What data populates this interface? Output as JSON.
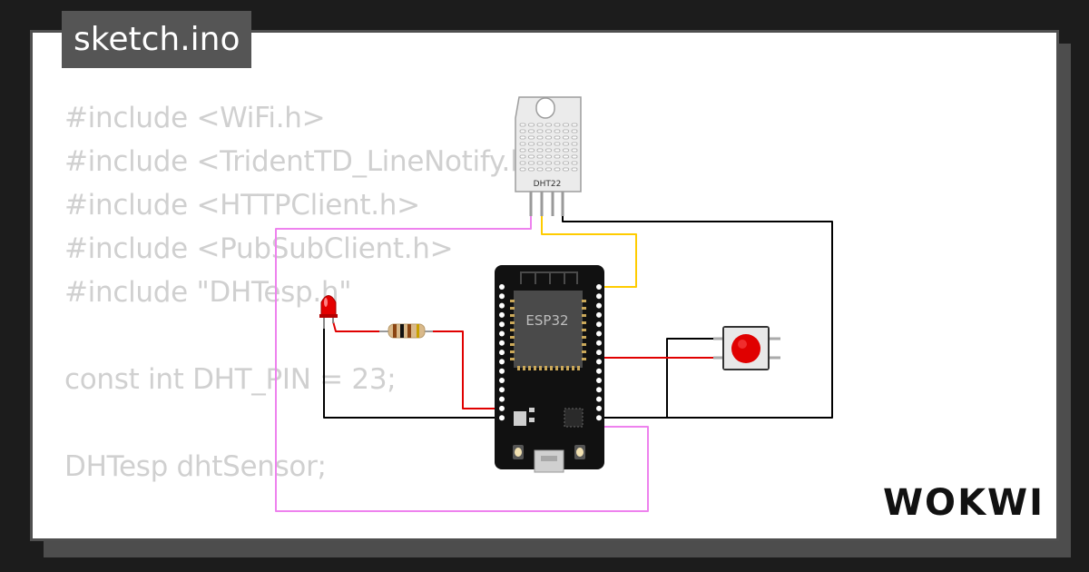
{
  "file": {
    "name": "sketch.ino"
  },
  "code": {
    "lines": [
      "#include <WiFi.h>",
      "#include <TridentTD_LineNotify.h>",
      "#include <HTTPClient.h>",
      "#include <PubSubClient.h>",
      "#include \"DHTesp.h\"",
      "",
      "const int DHT_PIN = 23;",
      "",
      "DHTesp dhtSensor;",
      "",
      "                                                          \""
    ]
  },
  "components": {
    "sensor_label": "DHT22",
    "board_label": "ESP32"
  },
  "brand": {
    "logo": "WOKWI"
  },
  "colors": {
    "background": "#1c1c1c",
    "card": "#ffffff",
    "code_text": "#d0d0d0",
    "wire_pink": "#ee82ee",
    "wire_yellow": "#ffcc00",
    "wire_red": "#e00000",
    "wire_black": "#000000"
  }
}
